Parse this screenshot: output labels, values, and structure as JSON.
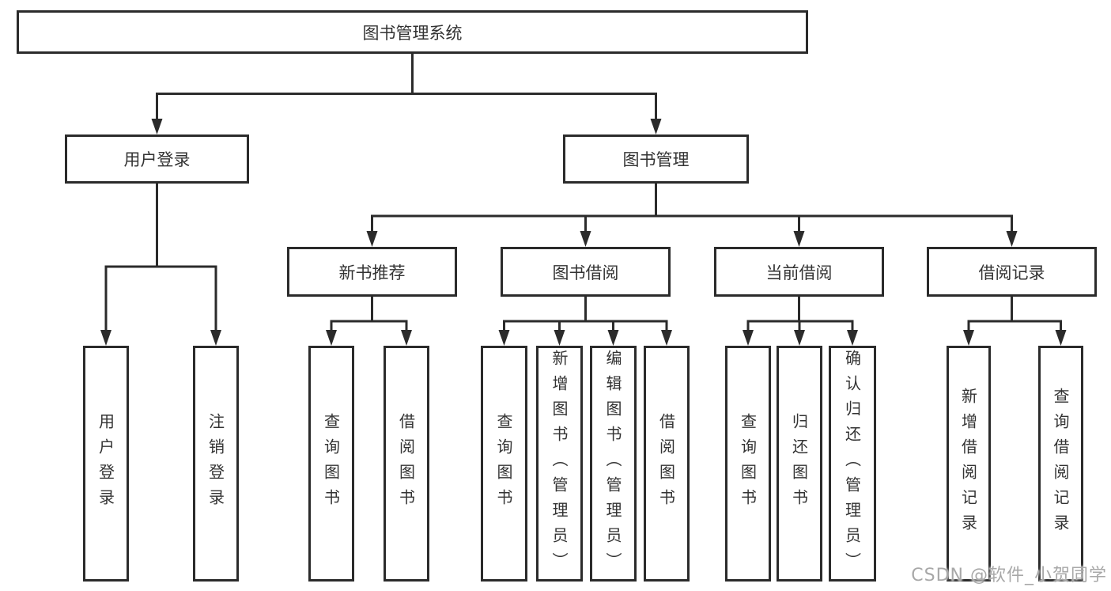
{
  "tree": {
    "root": "图书管理系统",
    "branches": [
      {
        "label": "用户登录",
        "children": [
          "用户登录",
          "注销登录"
        ]
      },
      {
        "label": "图书管理",
        "groups": [
          {
            "label": "新书推荐",
            "children": [
              "查询图书",
              "借阅图书"
            ]
          },
          {
            "label": "图书借阅",
            "children": [
              "查询图书",
              "新增图书（管理员）",
              "编辑图书（管理员）",
              "借阅图书"
            ]
          },
          {
            "label": "当前借阅",
            "children": [
              "查询图书",
              "归还图书",
              "确认归还（管理员）"
            ]
          },
          {
            "label": "借阅记录",
            "children": [
              "新增借阅记录",
              "查询借阅记录"
            ]
          }
        ]
      }
    ]
  },
  "watermark": "CSDN @软件_小贺同学",
  "colors": {
    "line": "#2b2b2b",
    "text": "#333333",
    "watermark": "#a8a8a8"
  }
}
